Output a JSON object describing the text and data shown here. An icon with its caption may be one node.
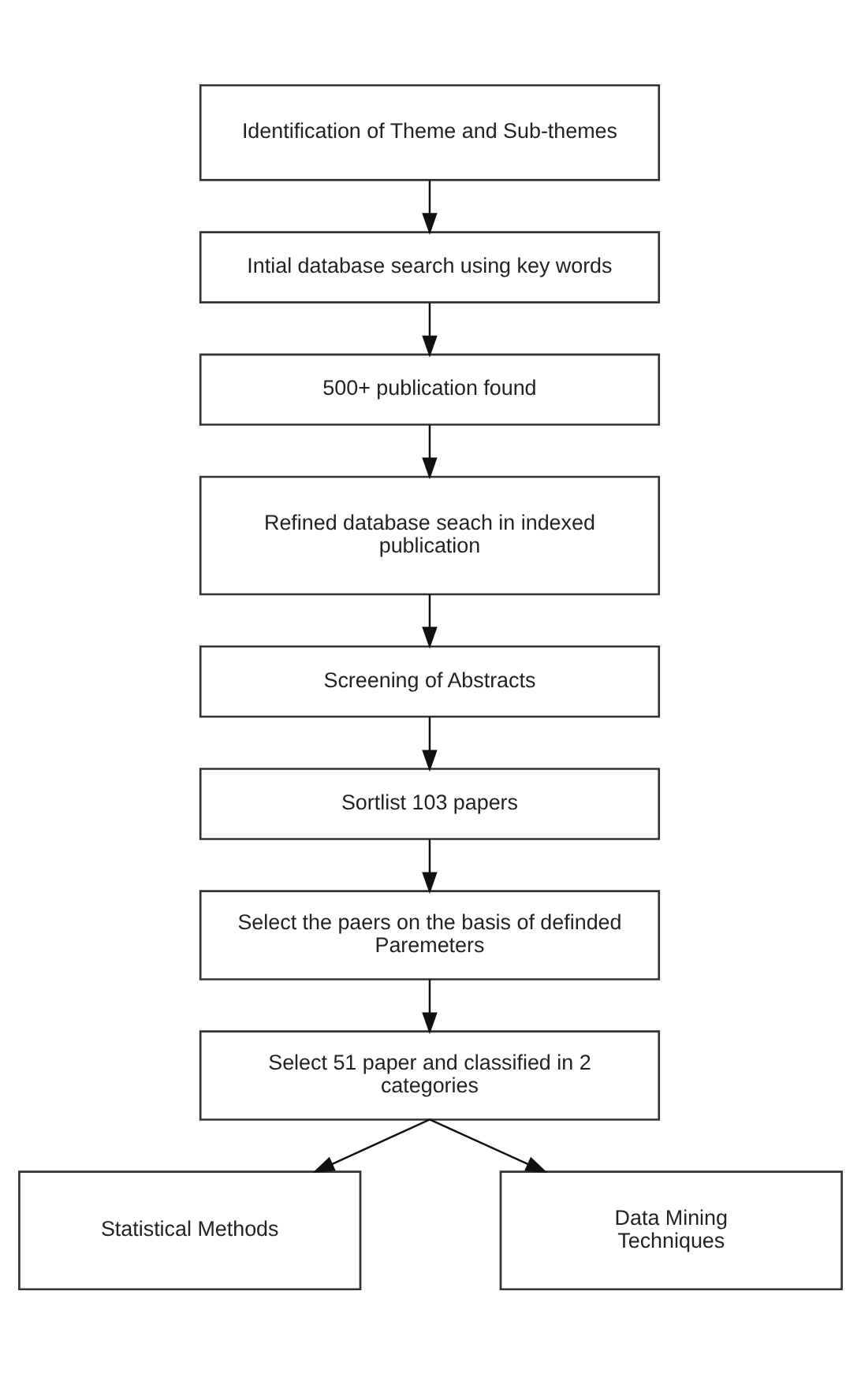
{
  "diagram": {
    "nodes": [
      {
        "text": [
          "Identification of Theme and Sub-themes"
        ]
      },
      {
        "text": [
          "Intial database search using key words"
        ]
      },
      {
        "text": [
          "500+ publication found"
        ]
      },
      {
        "text": [
          "Refined database seach in indexed publication"
        ]
      },
      {
        "text": [
          "Screening of Abstracts"
        ]
      },
      {
        "text": [
          "Sortlist 103 papers"
        ]
      },
      {
        "text": [
          "Select the paers on the basis of definded Paremeters"
        ]
      },
      {
        "text": [
          "Select 51 paper and classified in 2 categories"
        ]
      },
      {
        "text": [
          "Statistical Methods"
        ]
      },
      {
        "text": [
          "Data Mining Techniques"
        ]
      }
    ],
    "edges": [
      {
        "from": 0,
        "to": 1,
        "arrow": "to"
      },
      {
        "from": 1,
        "to": 2,
        "arrow": "to"
      },
      {
        "from": 2,
        "to": 3,
        "arrow": "to"
      },
      {
        "from": 3,
        "to": 4,
        "arrow": "to"
      },
      {
        "from": 4,
        "to": 5,
        "arrow": "to"
      },
      {
        "from": 5,
        "to": 6,
        "arrow": "to"
      },
      {
        "from": 6,
        "to": 7,
        "arrow": "to"
      },
      {
        "from": 7,
        "to": 8,
        "arrow": "to"
      },
      {
        "from": 7,
        "to": 9,
        "arrow": "to"
      }
    ]
  }
}
